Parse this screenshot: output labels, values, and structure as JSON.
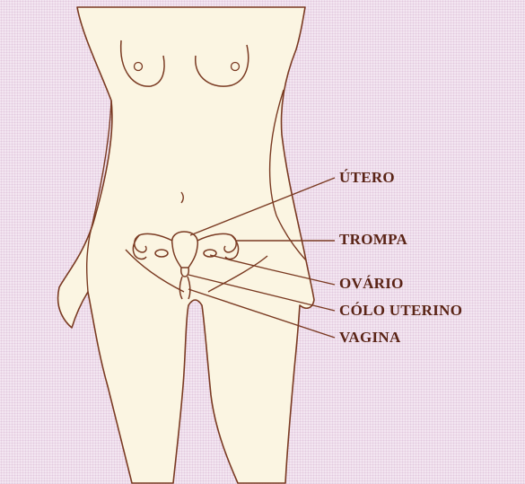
{
  "labels": {
    "utero": "ÚTERO",
    "trompa": "TROMPA",
    "ovario": "OVÁRIO",
    "colo_uterino": "CÓLO UTERINO",
    "vagina": "VAGINA"
  },
  "colors": {
    "background": "#f3e6f1",
    "skin": "#fbf5e2",
    "outline": "#7a3a22",
    "label_text": "#5a2416"
  }
}
